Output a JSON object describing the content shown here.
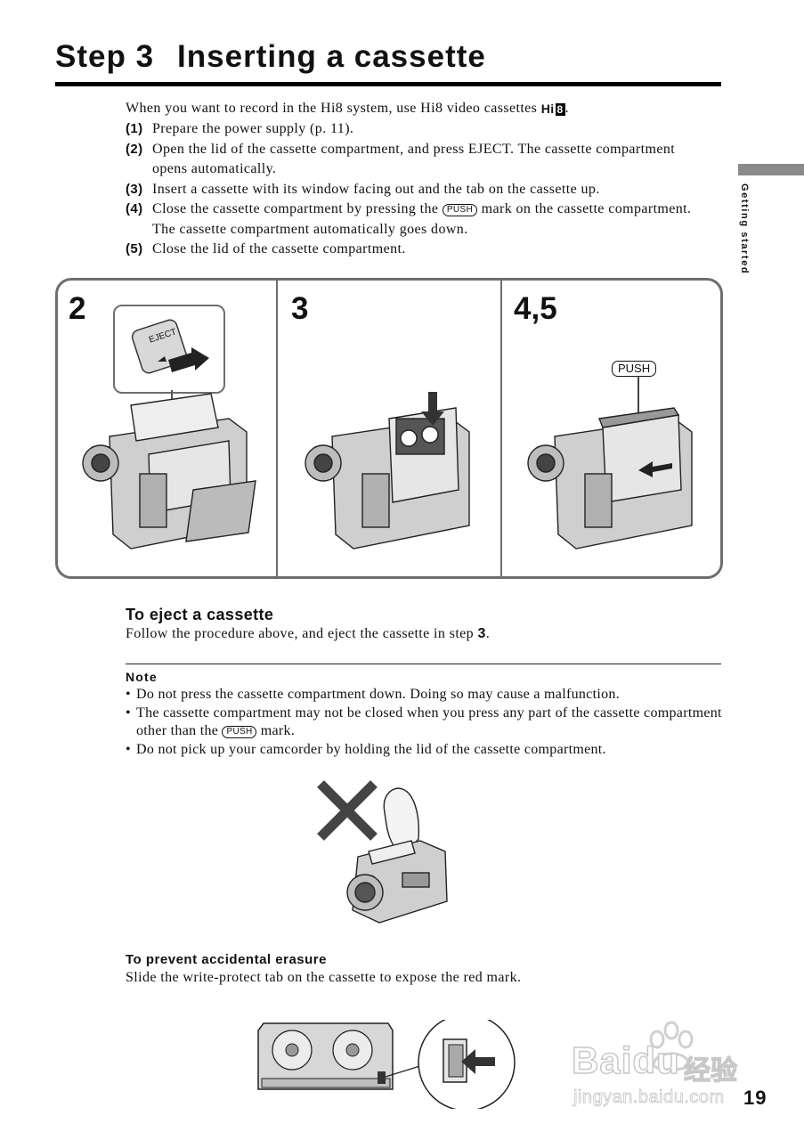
{
  "header": {
    "step": "Step 3",
    "title": "Inserting a cassette"
  },
  "side_label": "Getting started",
  "intro": {
    "text": "When you want to record in the Hi8 system, use Hi8 video cassettes",
    "logo_hi": "Hi",
    "logo_8": "8",
    "end": "."
  },
  "steps": [
    {
      "num": "(1)",
      "text": "Prepare the power supply (p. 11)."
    },
    {
      "num": "(2)",
      "text": "Open the lid of the cassette compartment, and press EJECT. The cassette compartment opens automatically."
    },
    {
      "num": "(3)",
      "text": "Insert a cassette with its window facing out and the tab on the cassette up."
    },
    {
      "num": "(4)",
      "text_before": "Close the cassette compartment by pressing the",
      "push": "PUSH",
      "text_after": "mark on the cassette compartment. The cassette compartment automatically goes down."
    },
    {
      "num": "(5)",
      "text": "Close the lid of the cassette compartment."
    }
  ],
  "figure": {
    "panels": [
      {
        "label": "2"
      },
      {
        "label": "3"
      },
      {
        "label": "4,5"
      }
    ],
    "eject_label": "EJECT",
    "push_label": "PUSH"
  },
  "eject_section": {
    "heading": "To eject a cassette",
    "text_before": "Follow the procedure above, and eject the cassette in step",
    "step_ref": "3",
    "text_after": "."
  },
  "note": {
    "heading": "Note",
    "items": [
      {
        "text": "Do not press the cassette compartment down. Doing so may cause a malfunction."
      },
      {
        "text_before": "The cassette compartment may not be closed when you press any part of the cassette compartment other than the",
        "push": "PUSH",
        "text_after": "mark."
      },
      {
        "text": "Do not pick up your camcorder by holding the lid of the cassette compartment."
      }
    ]
  },
  "erasure_section": {
    "heading": "To prevent accidental erasure",
    "text": "Slide the write-protect tab on the cassette to expose the red mark."
  },
  "watermark": {
    "brand": "Bai",
    "brand_tail": "du",
    "cn": "经验",
    "url": "jingyan.baidu.com"
  },
  "page_number": "19",
  "icons": [
    "hi8-logo",
    "push-mark-icon",
    "camcorder-illustration",
    "arrow-icon",
    "cross-icon",
    "hand-icon",
    "cassette-illustration",
    "baidu-paw-icon"
  ]
}
